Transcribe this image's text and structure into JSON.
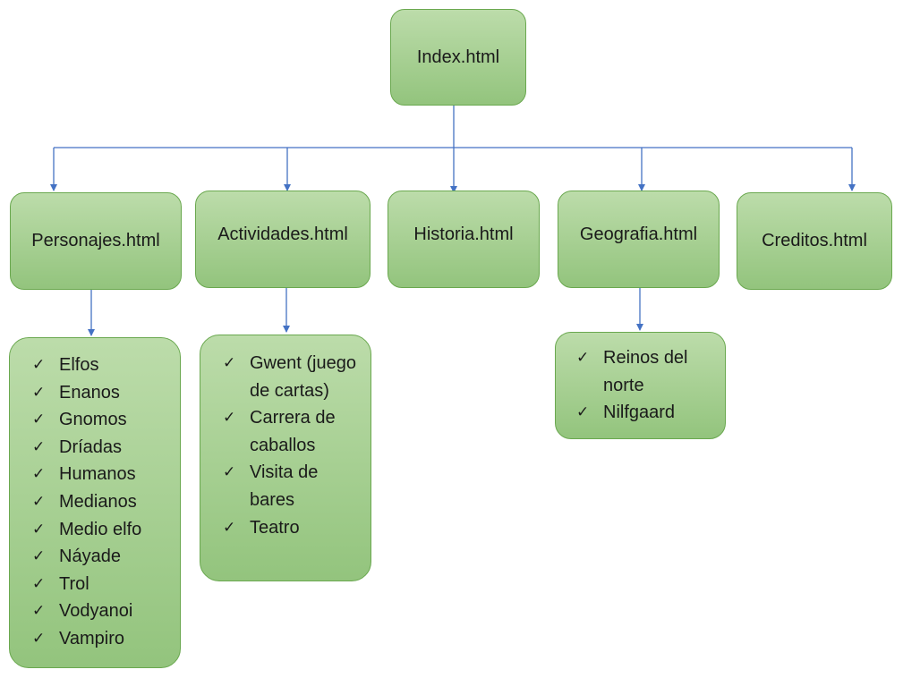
{
  "root": {
    "label": "Index.html"
  },
  "pages": [
    {
      "label": "Personajes.html"
    },
    {
      "label": "Actividades.html"
    },
    {
      "label": "Historia.html"
    },
    {
      "label": "Geografia.html"
    },
    {
      "label": "Creditos.html"
    }
  ],
  "lists": {
    "personajes": [
      "Elfos",
      "Enanos",
      "Gnomos",
      "Dríadas",
      "Humanos",
      "Medianos",
      "Medio elfo",
      "Náyade",
      "Trol",
      "Vodyanoi",
      "Vampiro"
    ],
    "actividades": [
      "Gwent (juego de cartas)",
      "Carrera de caballos",
      "Visita de bares",
      "Teatro"
    ],
    "geografia": [
      "Reinos del norte",
      "Nilfgaard"
    ]
  },
  "colors": {
    "box_top": "#bcdcaa",
    "box_bottom": "#93c47d",
    "box_border": "#6aa84f",
    "connector": "#4472c4"
  },
  "icons": {
    "bullet": "check-icon"
  }
}
